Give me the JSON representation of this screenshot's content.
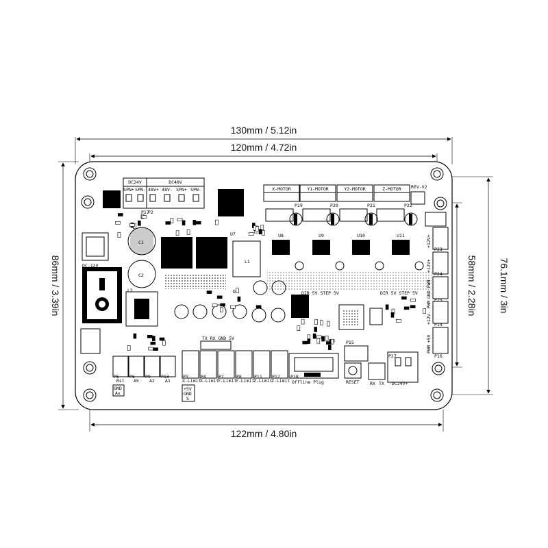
{
  "dimensions": {
    "outer_width": "130mm / 5.12in",
    "hole_width": "120mm / 4.72in",
    "bottom_width": "122mm / 4.80in",
    "outer_height": "86mm / 3.39in",
    "hole_height": "76.1mm / 3in",
    "right_height": "58mm / 2.28in"
  },
  "top_connectors": {
    "dc24v": "DC24V",
    "dc48v": "DC48V",
    "spn_plus": "SPN+",
    "spn_minus": "SPN-",
    "v48_plus": "48V+",
    "v48_minus": "48V-",
    "x_motor": "X-MOTOR",
    "y1_motor": "Y1-MOTOR",
    "y2_motor": "Y2-MOTOR",
    "z_motor": "Z-MOTOR",
    "rev_v2": "REV-V2",
    "p17": "P17",
    "p2": "P2",
    "p19": "P19",
    "p20": "P20",
    "p21": "P21",
    "p22": "P22"
  },
  "chips": {
    "l1": "L1",
    "u8": "U8",
    "u9": "U9",
    "u10": "U10",
    "u11": "U11",
    "u7": "U7",
    "d1": "D1",
    "c1": "C1",
    "c2": "C2",
    "l2": "L2"
  },
  "driver_labels": {
    "dir_step": "DIR 5V STEP 5V"
  },
  "bottom_connectors": {
    "rst": "Rst",
    "a5": "A5",
    "a2": "A2",
    "a1": "A1",
    "x_limit": "X-Limit",
    "x_limit2": "X-Limit",
    "y_limit": "Y-Limit",
    "y_limit2": "Y-Limit",
    "z_limit": "Z-Limit",
    "z_limit2": "Z-Limit",
    "offline_plug": "Offline Plug",
    "reset": "RESET",
    "rx": "RX",
    "tx": "TX",
    "dc24v_minus": "-DC24V+",
    "gnd": "GND",
    "ax": "Ax",
    "v5": "+5V",
    "gnd2": "GND",
    "s": "S",
    "tx_rx_gnd_5v": "TX RX GND 5V",
    "p5": "P5",
    "p6": "P6",
    "p9": "P9",
    "p13": "P13",
    "p3": "P3",
    "p4": "P4",
    "p7": "P7",
    "p8": "P8",
    "p11": "P11",
    "p12": "P12",
    "p18": "P18",
    "p15": "P15",
    "p27": "P27"
  },
  "right_connectors": {
    "v12_plus_1": "+12V+",
    "v12_plus_2": "+12V+",
    "gnd_pwm": "GND PWM",
    "v12_pwm": "+12V- PWM",
    "pwm_5v": "PWM +5V",
    "p23": "P23",
    "p24": "P24",
    "p25": "P25",
    "p14": "P14",
    "p16": "P16"
  },
  "power": {
    "dc12v": "DC-12V"
  }
}
